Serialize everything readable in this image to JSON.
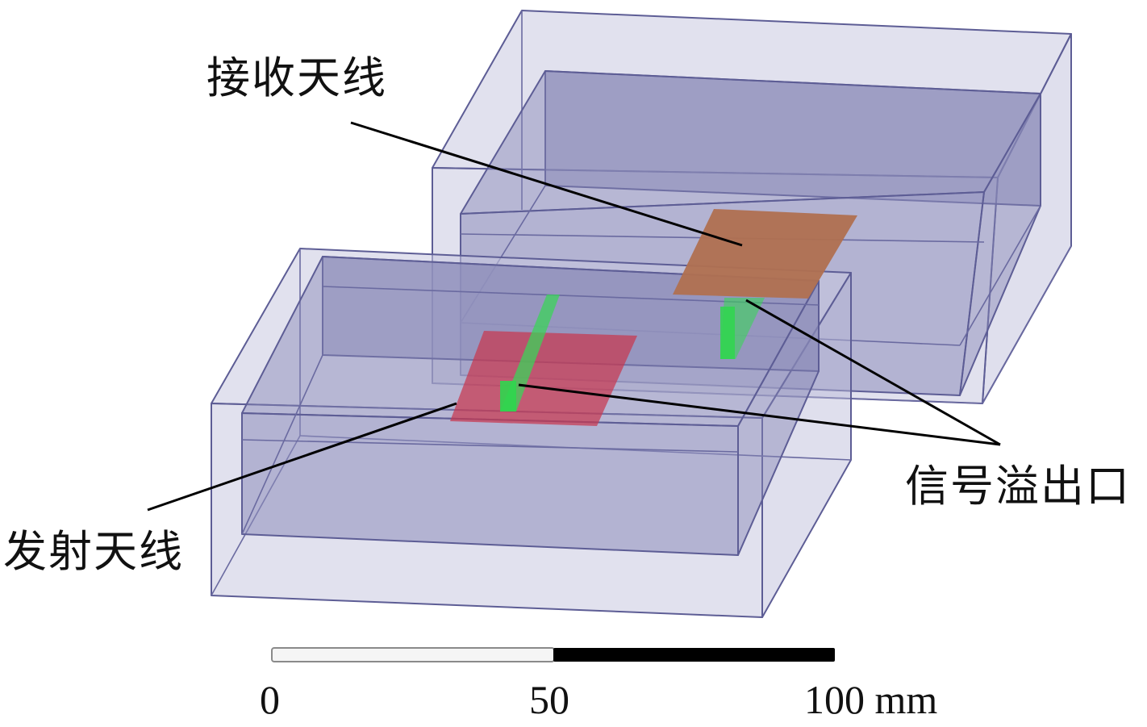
{
  "labels": {
    "receive_antenna": "接收天线",
    "transmit_antenna": "发射天线",
    "signal_leak_port": "信号溢出口"
  },
  "scale_bar": {
    "tick_0": "0",
    "tick_50": "50",
    "tick_100": "100 mm",
    "unit": "mm",
    "min": 0,
    "mid": 50,
    "max": 100
  },
  "colors": {
    "box_outer_fill": "#c9c9e0",
    "box_inner_fill": "#9292bd",
    "box_edge": "#5d5d95",
    "receive_patch": "#b07050",
    "transmit_patch": "#c8384f",
    "feed": "#3bd35a",
    "leader_line": "#000000",
    "scale_light": "#f5f5f5",
    "scale_dark": "#000000"
  }
}
